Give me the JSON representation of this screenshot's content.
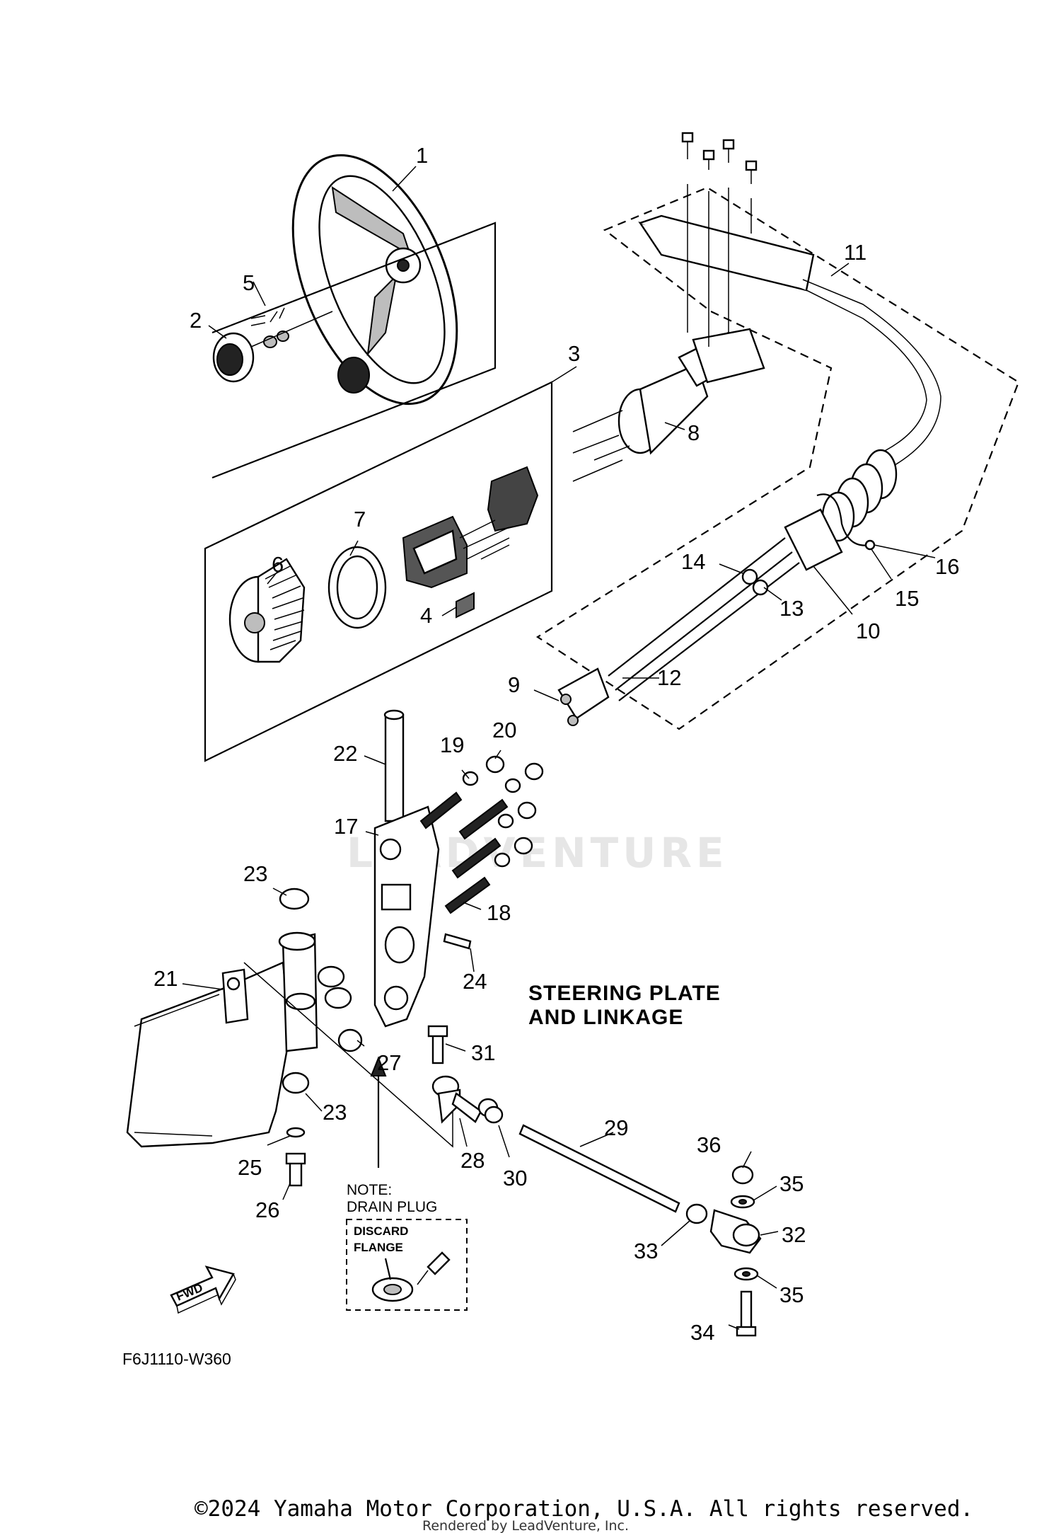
{
  "diagram": {
    "title_line1": "STEERING PLATE",
    "title_line2": "AND LINKAGE",
    "diagram_code": "F6J1110-W360",
    "watermark": "LEADVENTURE",
    "note_line1": "NOTE:",
    "note_line2": "DRAIN PLUG",
    "note_discard": "DISCARD",
    "note_flange": "FLANGE",
    "fwd_label": "FWD",
    "copyright": "©2024 Yamaha Motor Corporation, U.S.A. All rights reserved.",
    "rendered_by": "Rendered by LeadVenture, Inc."
  },
  "callouts": [
    {
      "num": "1"
    },
    {
      "num": "2"
    },
    {
      "num": "3"
    },
    {
      "num": "4"
    },
    {
      "num": "5"
    },
    {
      "num": "6"
    },
    {
      "num": "7"
    },
    {
      "num": "8"
    },
    {
      "num": "9"
    },
    {
      "num": "10"
    },
    {
      "num": "11"
    },
    {
      "num": "12"
    },
    {
      "num": "13"
    },
    {
      "num": "14"
    },
    {
      "num": "15"
    },
    {
      "num": "16"
    },
    {
      "num": "17"
    },
    {
      "num": "18"
    },
    {
      "num": "19"
    },
    {
      "num": "20"
    },
    {
      "num": "21"
    },
    {
      "num": "22"
    },
    {
      "num": "23"
    },
    {
      "num": "23"
    },
    {
      "num": "24"
    },
    {
      "num": "25"
    },
    {
      "num": "26"
    },
    {
      "num": "27"
    },
    {
      "num": "28"
    },
    {
      "num": "29"
    },
    {
      "num": "30"
    },
    {
      "num": "31"
    },
    {
      "num": "32"
    },
    {
      "num": "33"
    },
    {
      "num": "34"
    },
    {
      "num": "35"
    },
    {
      "num": "35"
    },
    {
      "num": "36"
    }
  ]
}
